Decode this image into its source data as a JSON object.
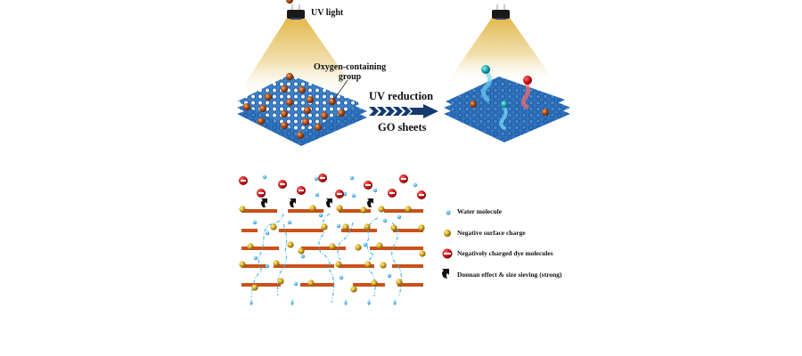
{
  "top": {
    "left_panel": {
      "uv_light_label": "UV light",
      "callout_label_line1": "Oxygen-containing",
      "callout_label_line2": "group"
    },
    "arrow": {
      "label_top": "UV reduction",
      "label_bottom": "GO sheets"
    },
    "right_panel": {}
  },
  "legend": {
    "items": [
      {
        "icon": "water-molecule-icon",
        "label": "Water molecule"
      },
      {
        "icon": "negative-surface-charge-icon",
        "label": "Negative surface charge"
      },
      {
        "icon": "negatively-charged-dye-icon",
        "label": "Negatively charged dye molecules"
      },
      {
        "icon": "donnan-effect-arrow-icon",
        "label": "Donnan effect & size sieving (strong)"
      }
    ]
  },
  "colors": {
    "graphene_blue": "#2f74c0",
    "graphene_dark": "#1d4f8f",
    "oxygen_group": "#a84a12",
    "light_cone": "#e2b84a",
    "arrow_navy": "#163a6e",
    "membrane_layer": "#c8521a",
    "charge_gold": "#d7a81e",
    "dye_red": "#d01818",
    "water_blue": "#4fb3ea",
    "path_cyan": "#3db5e6"
  }
}
